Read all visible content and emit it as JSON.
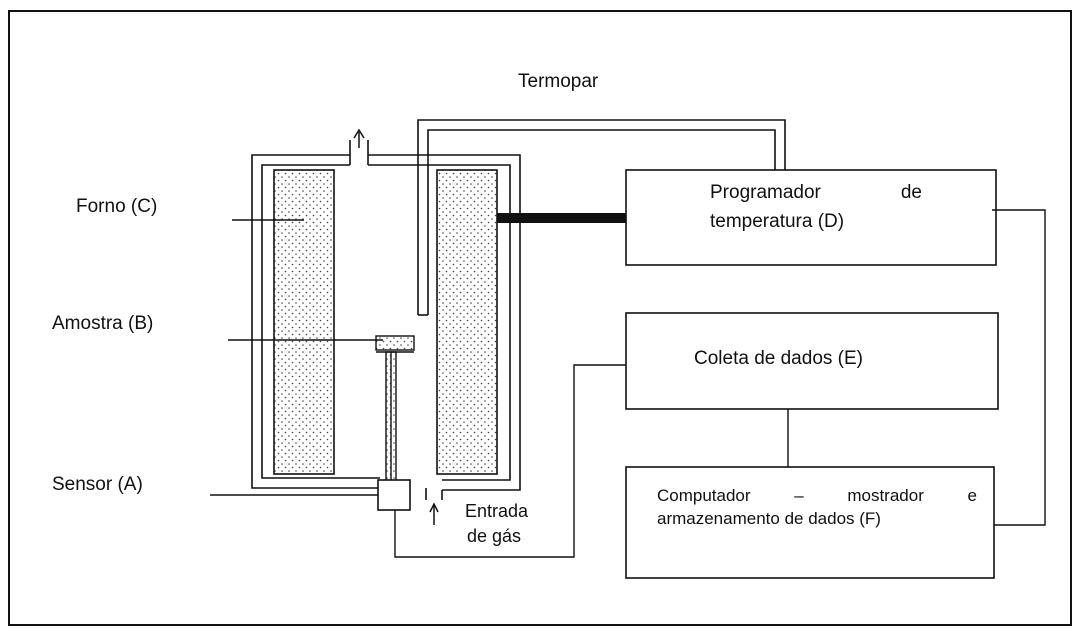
{
  "labels": {
    "termopar": "Termopar",
    "forno": "Forno (C)",
    "amostra": "Amostra (B)",
    "sensor": "Sensor (A)",
    "entrada_line1": "Entrada",
    "entrada_line2": "de gás"
  },
  "boxes": {
    "programador_line1_a": "Programador",
    "programador_line1_b": "de",
    "programador_line2": "temperatura (D)",
    "coleta": "Coleta de dados (E)",
    "computador_line1_a": "Computador",
    "computador_line1_b": "–",
    "computador_line1_c": "mostrador",
    "computador_line1_d": "e",
    "computador_line2": "armazenamento de dados (F)"
  }
}
